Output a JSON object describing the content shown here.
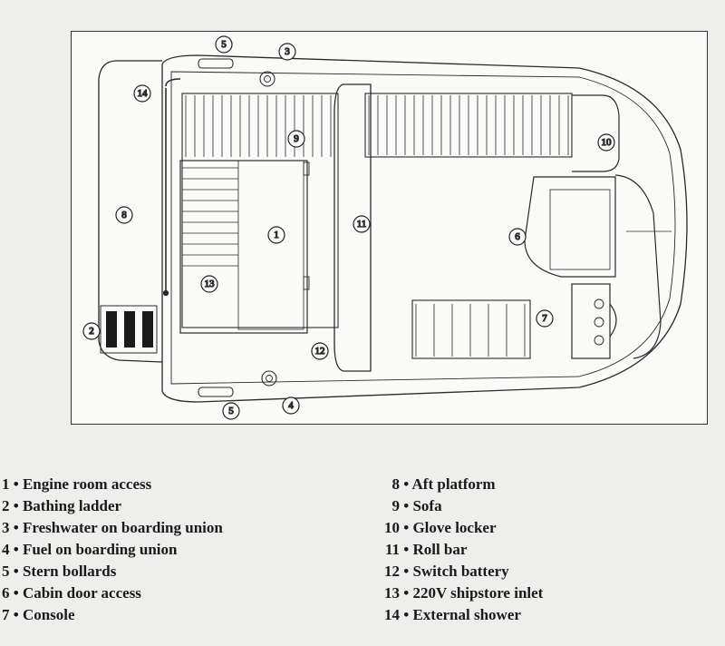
{
  "callouts": [
    {
      "id": "1",
      "label": "1"
    },
    {
      "id": "2",
      "label": "2"
    },
    {
      "id": "3",
      "label": "3"
    },
    {
      "id": "4",
      "label": "4"
    },
    {
      "id": "5a",
      "label": "5"
    },
    {
      "id": "5b",
      "label": "5"
    },
    {
      "id": "6",
      "label": "6"
    },
    {
      "id": "7",
      "label": "7"
    },
    {
      "id": "8",
      "label": "8"
    },
    {
      "id": "9",
      "label": "9"
    },
    {
      "id": "10",
      "label": "10"
    },
    {
      "id": "11",
      "label": "11"
    },
    {
      "id": "12",
      "label": "12"
    },
    {
      "id": "13",
      "label": "13"
    },
    {
      "id": "14",
      "label": "14"
    }
  ],
  "legend_left": [
    {
      "num": "1",
      "text": "Engine room access"
    },
    {
      "num": "2",
      "text": "Bathing ladder"
    },
    {
      "num": "3",
      "text": "Freshwater on boarding union"
    },
    {
      "num": "4",
      "text": "Fuel on boarding union"
    },
    {
      "num": "5",
      "text": "Stern bollards"
    },
    {
      "num": "6",
      "text": "Cabin door access"
    },
    {
      "num": "7",
      "text": "Console"
    }
  ],
  "legend_right": [
    {
      "num": "8",
      "text": "Aft platform"
    },
    {
      "num": "9",
      "text": "Sofa"
    },
    {
      "num": "10",
      "text": "Glove locker"
    },
    {
      "num": "11",
      "text": "Roll bar"
    },
    {
      "num": "12",
      "text": "Switch battery"
    },
    {
      "num": "13",
      "text": "220V shipstore inlet"
    },
    {
      "num": "14",
      "text": "External shower"
    }
  ],
  "separator": "•"
}
